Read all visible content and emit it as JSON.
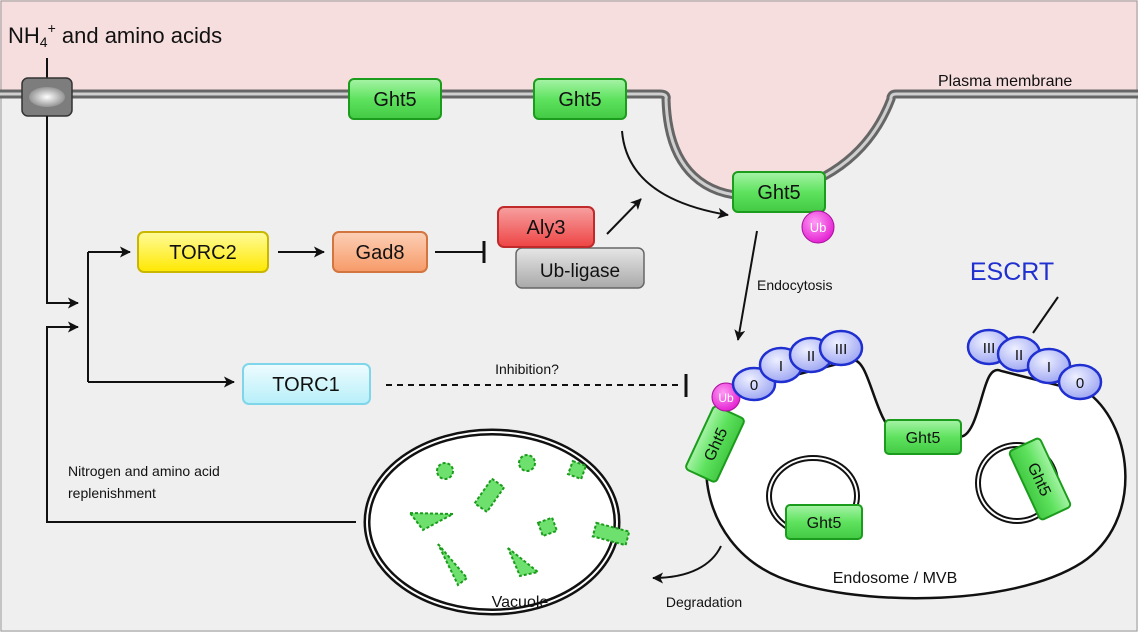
{
  "nodes": {
    "nh4_prefix": "NH",
    "nh4_sub": "4",
    "nh4_sup": "+",
    "nh4_suffix": " and amino acids",
    "plasma_membrane": "Plasma membrane",
    "ght5": "Ght5",
    "ub": "Ub",
    "torc2": "TORC2",
    "gad8": "Gad8",
    "aly3": "Aly3",
    "ub_ligase": "Ub-ligase",
    "torc1": "TORC1",
    "endocytosis": "Endocytosis",
    "escrt": "ESCRT",
    "inhibition": "Inhibition?",
    "escrt_0": "0",
    "escrt_1": "I",
    "escrt_2": "II",
    "escrt_3": "III",
    "replenishment_line1": "Nitrogen and amino acid",
    "replenishment_line2": "replenishment",
    "vacuole": "Vacuole",
    "degradation": "Degradation",
    "endosome": "Endosome / MVB"
  },
  "colors": {
    "cytoplasm": "#efefef",
    "exterior": "#f7dede",
    "ght5_fill": "#5fe35f",
    "ght5_stroke": "#1c9c1c",
    "ub_fill": "#ee33dd",
    "torc2_fill": "#ffef00",
    "gad8_fill": "#f9a77a",
    "aly3_fill": "#f25a5a",
    "ubligase_fill": "#bdbdbd",
    "torc1_fill": "#c8f4fb",
    "escrt_fill": "#b7bdf7",
    "escrt_stroke": "#1f2fd0"
  }
}
